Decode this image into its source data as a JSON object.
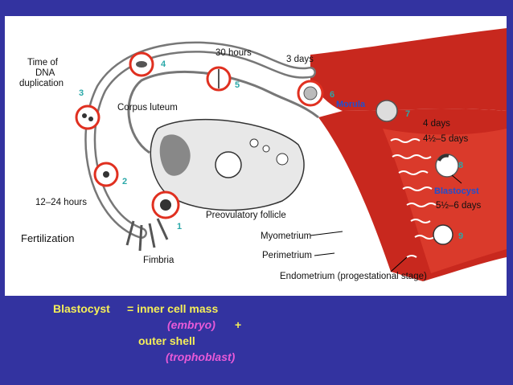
{
  "diagram": {
    "labels": {
      "time_of_dna": "Time of",
      "dna": "DNA",
      "duplication": "duplication",
      "hours_30": "30 hours",
      "days_3": "3 days",
      "corpus_luteum": "Corpus luteum",
      "hours_12_24": "12–24 hours",
      "days_4": "4 days",
      "days_4_5": "4½–5 days",
      "days_5_6": "5½–6 days",
      "preovulatory_follicle": "Preovulatory follicle",
      "fertilization": "Fertilization",
      "myometrium": "Myometrium",
      "perimetrium": "Perimetrium",
      "fimbria": "Fimbria",
      "endometrium": "Endometrium (progestational stage)",
      "morula": "Morula",
      "blastocyst": "Blastocyst"
    },
    "numbers": [
      "1",
      "2",
      "3",
      "4",
      "5",
      "6",
      "7",
      "8",
      "9"
    ],
    "colors": {
      "tissue": "#c8281e",
      "highlight_ring": "#e03020",
      "number_teal": "#2aa8a8",
      "label_blue": "#1f4fd0"
    }
  },
  "caption": {
    "term": "Blastocyst",
    "eq": "= inner cell mass",
    "embryo": "(embryo)",
    "plus": "+",
    "outer": "outer shell",
    "trophoblast": "(trophoblast)",
    "colors": {
      "background": "#3333a0",
      "yellow": "#f5ef58",
      "pink": "#e85ad8"
    }
  }
}
